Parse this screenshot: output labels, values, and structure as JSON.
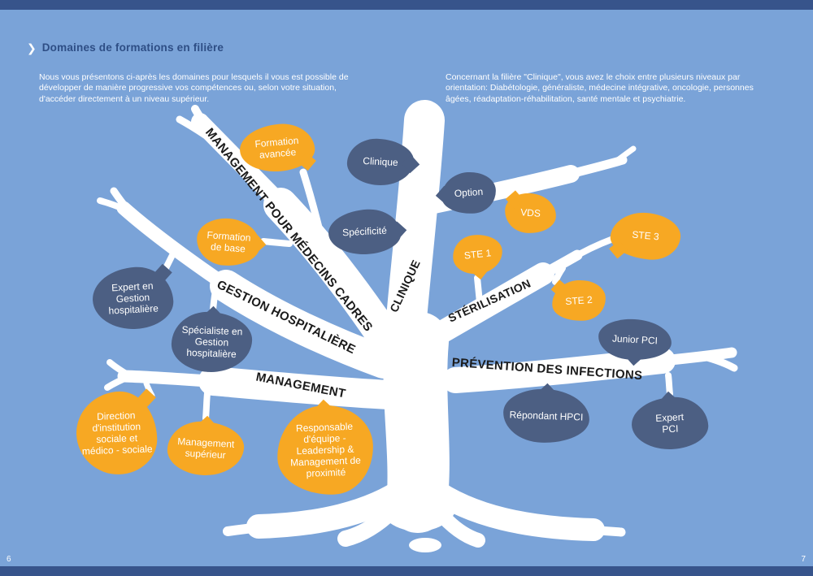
{
  "header": {
    "title": "Domaines de formations en filière"
  },
  "intro": {
    "left": "Nous vous présentons ci-après les domaines pour lesquels il vous est possible de développer de manière progressive vos compétences ou, selon votre situation, d'accéder directement à un niveau supérieur.",
    "right": "Concernant la filière \"Clinique\", vous avez le choix entre plusieurs niveaux par orientation: Diabétologie, généraliste, médecine intégrative, oncologie, personnes âgées, réadaptation-réhabilitation, santé mentale et psychiatrie."
  },
  "branches": [
    {
      "id": "management-pour-medecins-cadres",
      "label": "MANAGEMENT POUR MÉDECINS CADRES"
    },
    {
      "id": "gestion-hospitaliere",
      "label": "GESTION HOSPITALIÈRE"
    },
    {
      "id": "management",
      "label": "MANAGEMENT"
    },
    {
      "id": "clinique",
      "label": "CLINIQUE"
    },
    {
      "id": "sterilisation",
      "label": "STÉRILISATION"
    },
    {
      "id": "prevention-des-infections",
      "label": "PRÉVENTION DES INFECTIONS"
    }
  ],
  "nodes": [
    {
      "id": "formation-avancee",
      "label": "Formation avancée",
      "color": "orange"
    },
    {
      "id": "clinique",
      "label": "Clinique",
      "color": "slate"
    },
    {
      "id": "option",
      "label": "Option",
      "color": "slate"
    },
    {
      "id": "vds",
      "label": "VDS",
      "color": "orange"
    },
    {
      "id": "specificite",
      "label": "Spécificité",
      "color": "slate"
    },
    {
      "id": "ste-1",
      "label": "STE 1",
      "color": "orange"
    },
    {
      "id": "ste-3",
      "label": "STE 3",
      "color": "orange"
    },
    {
      "id": "formation-de-base",
      "label": "Formation de base",
      "color": "orange"
    },
    {
      "id": "expert-en-gestion-hospitaliere",
      "label": "Expert en Gestion hospitalière",
      "color": "slate"
    },
    {
      "id": "specialiste-en-gestion-hospitaliere",
      "label": "Spécialiste en Gestion hospitalière",
      "color": "slate"
    },
    {
      "id": "ste-2",
      "label": "STE 2",
      "color": "orange"
    },
    {
      "id": "junior-pci",
      "label": "Junior PCI",
      "color": "slate"
    },
    {
      "id": "direction-institution-sociale",
      "label": "Direction d'institution sociale et médico - sociale",
      "color": "orange"
    },
    {
      "id": "management-superieur",
      "label": "Management supérieur",
      "color": "orange"
    },
    {
      "id": "responsable-equipe",
      "label": "Responsable d'équipe - Leadership & Management de proximité",
      "color": "orange"
    },
    {
      "id": "repondant-hpci",
      "label": "Répondant HPCI",
      "color": "slate"
    },
    {
      "id": "expert-pci",
      "label": "Expert PCI",
      "color": "slate"
    }
  ],
  "footer": {
    "page_number_left": "6",
    "page_number_right": "7"
  },
  "colors": {
    "background": "#7AA3D8",
    "band": "#37548B",
    "title": "#2E4E85",
    "orange": "#F7A823",
    "slate": "#4C5F83",
    "tree": "#FFFFFF",
    "branch_label_text": "#1B1B1B",
    "node_text": "#FFFFFF",
    "intro_text": "#FFFFFF"
  }
}
